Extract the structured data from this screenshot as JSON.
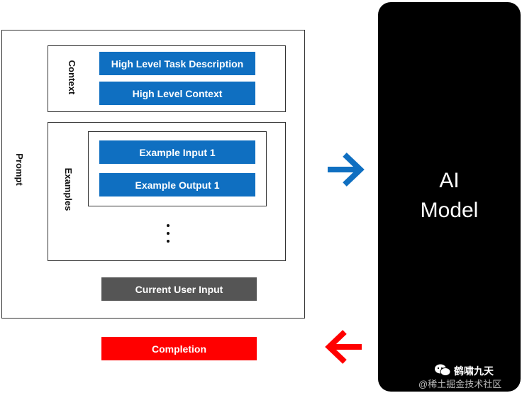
{
  "prompt": {
    "label": "Prompt",
    "context": {
      "label": "Context",
      "items": [
        "High Level Task Description",
        "High Level Context"
      ]
    },
    "examples": {
      "label": "Examples",
      "items": [
        "Example Input 1",
        "Example Output 1"
      ],
      "ellipsis": "⋮"
    },
    "current_input": "Current User Input"
  },
  "model": {
    "line1": "AI",
    "line2": "Model"
  },
  "completion": "Completion",
  "watermark": {
    "account": "鹤啸九天",
    "site": "@稀土掘金技术社区"
  },
  "colors": {
    "blue": "#0f6fc1",
    "gray": "#555555",
    "red": "#ff0000",
    "model_bg": "#000000"
  }
}
